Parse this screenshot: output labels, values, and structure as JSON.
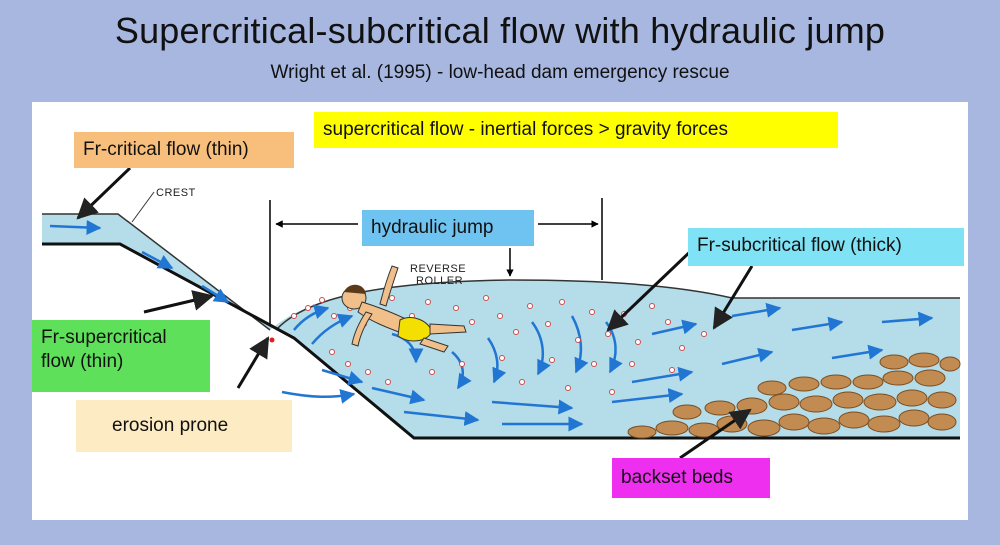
{
  "header": {
    "title": "Supercritical-subcritical flow with hydraulic jump",
    "subtitle": "Wright et al. (1995) - low-head dam emergency rescue"
  },
  "labels": {
    "critical": "Fr-critical flow (thin)",
    "supercritical_forces": "supercritical flow - inertial forces > gravity forces",
    "hydraulic_jump": "hydraulic jump",
    "subcritical": "Fr-subcritical flow (thick)",
    "supercritical": "Fr-supercritical flow (thin)",
    "erosion": "erosion prone",
    "backset": "backset beds"
  },
  "diagram_text": {
    "crest": "CREST",
    "reverse": "REVERSE",
    "roller": "ROLLER"
  },
  "colors": {
    "water": "#b4dce9",
    "arrow": "#2176d4",
    "boulder": "#c28b52",
    "background": "#a7b7e0"
  }
}
